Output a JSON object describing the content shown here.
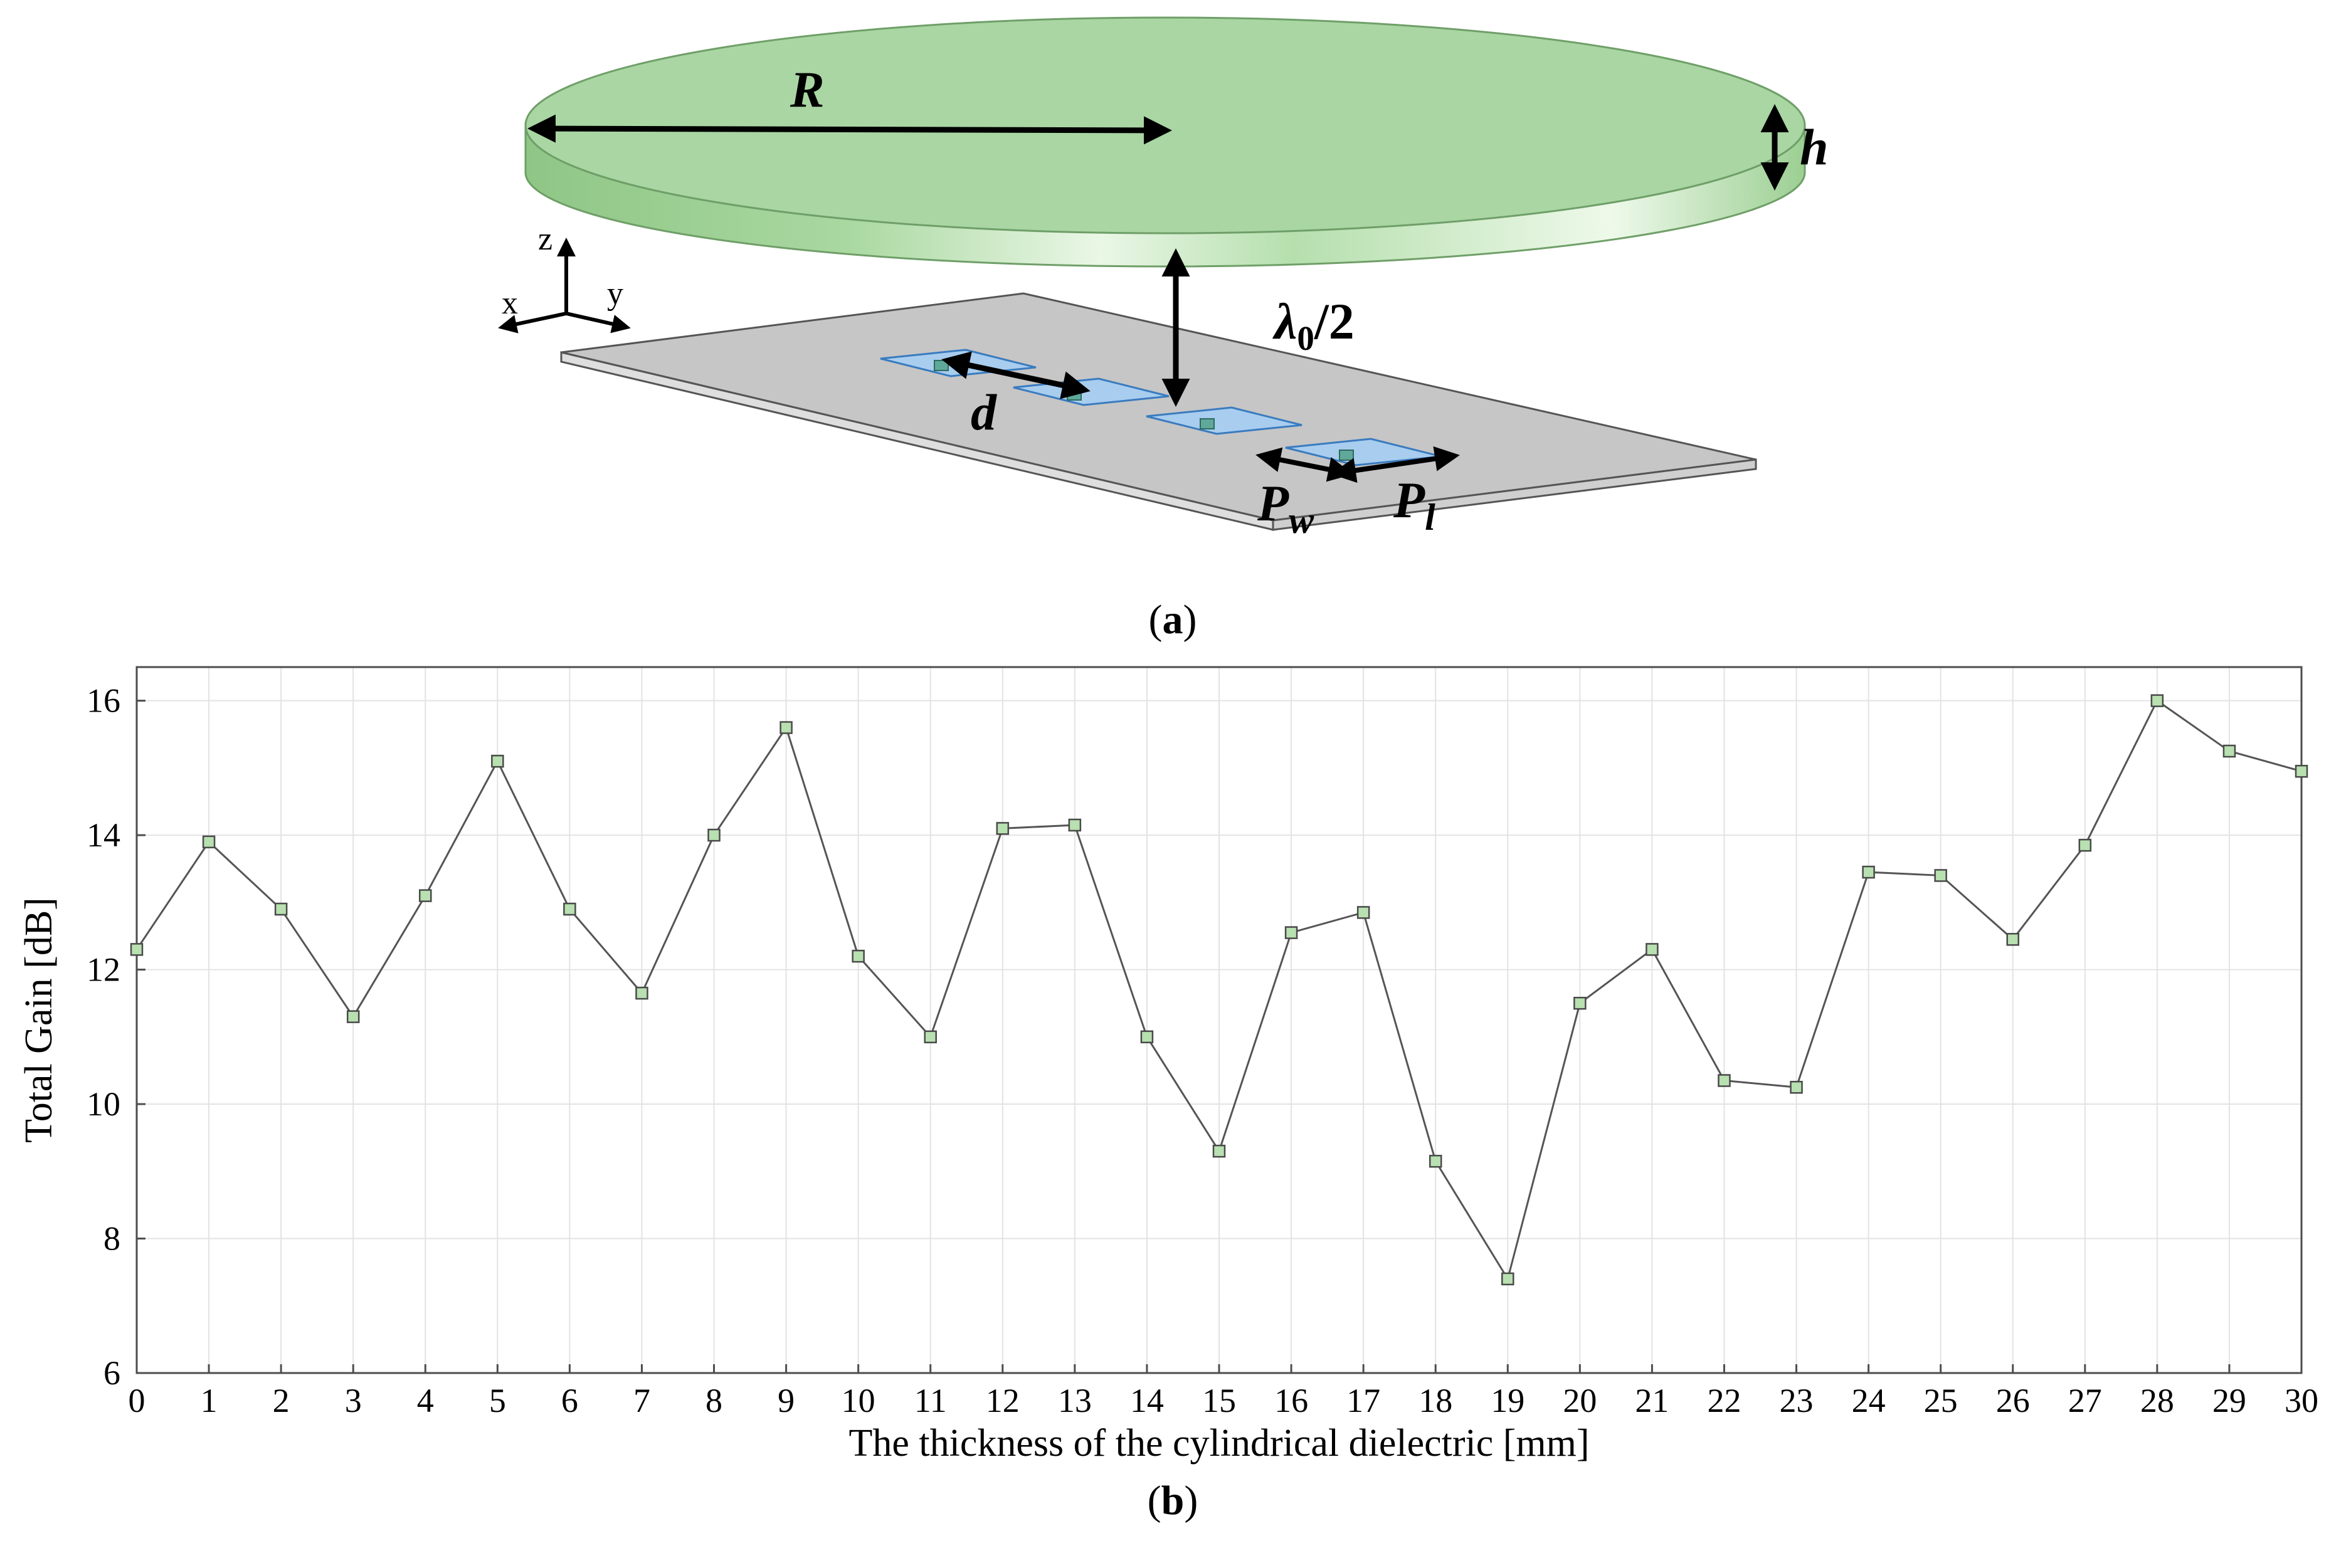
{
  "figure_a": {
    "caption_label": "a",
    "labels": {
      "radius": "R",
      "height": "h",
      "distance": "λ",
      "distance_sub": "0",
      "distance_tail": "/2",
      "spacing": "d",
      "patch_width": "P",
      "patch_width_sub": "w",
      "patch_length": "P",
      "patch_length_sub": "l",
      "axis_x": "x",
      "axis_y": "y",
      "axis_z": "z"
    },
    "colors": {
      "disc": "#a9d6a3",
      "ground_plane": "#c6c6c6",
      "patch": "#a8cdee"
    }
  },
  "figure_b": {
    "caption_label": "b"
  },
  "chart_data": {
    "type": "line",
    "xlabel": "The thickness of the cylindrical dielectric [mm]",
    "ylabel": "Total Gain [dB]",
    "x": [
      0,
      1,
      2,
      3,
      4,
      5,
      6,
      7,
      8,
      9,
      10,
      11,
      12,
      13,
      14,
      15,
      16,
      17,
      18,
      19,
      20,
      21,
      22,
      23,
      24,
      25,
      26,
      27,
      28,
      29,
      30
    ],
    "series": [
      {
        "values": [
          12.3,
          13.9,
          12.9,
          11.3,
          13.1,
          15.1,
          12.9,
          11.65,
          14.0,
          15.6,
          12.2,
          11.0,
          14.1,
          14.15,
          11.0,
          9.3,
          12.55,
          12.85,
          9.15,
          7.4,
          11.5,
          12.3,
          10.35,
          10.25,
          13.45,
          13.4,
          12.45,
          13.85,
          16.0,
          15.25,
          14.95
        ]
      }
    ],
    "xlim": [
      0,
      30
    ],
    "ylim": [
      6,
      16.5
    ],
    "xticks": [
      "0",
      "1",
      "2",
      "3",
      "4",
      "5",
      "6",
      "7",
      "8",
      "9",
      "10",
      "11",
      "12",
      "13",
      "14",
      "15",
      "16",
      "17",
      "18",
      "19",
      "20",
      "21",
      "22",
      "23",
      "24",
      "25",
      "26",
      "27",
      "28",
      "29",
      "30"
    ],
    "yticks": [
      "6",
      "8",
      "10",
      "12",
      "14",
      "16"
    ],
    "grid": true,
    "marker": "square",
    "line_color": "#555555",
    "marker_fill": "#b8e0b0"
  }
}
